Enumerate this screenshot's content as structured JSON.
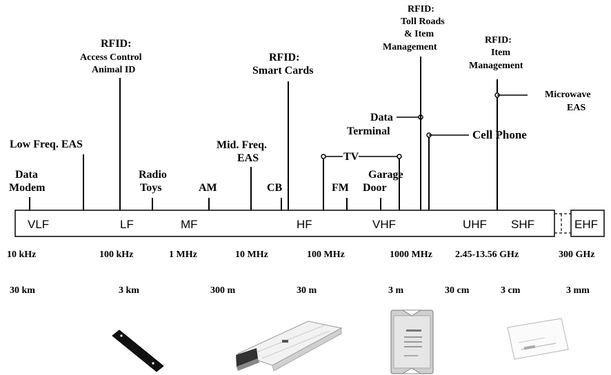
{
  "bands": [
    "VLF",
    "LF",
    "MF",
    "HF",
    "VHF",
    "UHF",
    "SHF",
    "EHF"
  ],
  "frequencies": [
    "10 kHz",
    "100 kHz",
    "1 MHz",
    "10 MHz",
    "100 MHz",
    "1000 MHz",
    "2.45-13.56 GHz",
    "300 GHz"
  ],
  "wavelengths": [
    "30 km",
    "3 km",
    "300 m",
    "30 m",
    "3 m",
    "30 cm",
    "3 cm",
    "3 mm"
  ],
  "applications": {
    "data_modem": [
      "Data",
      "Modem"
    ],
    "low_freq_eas": [
      "Low Freq. EAS"
    ],
    "rfid_access": [
      "RFID:",
      "Access Control",
      "Animal ID"
    ],
    "radio_toys": [
      "Radio",
      "Toys"
    ],
    "am": [
      "AM"
    ],
    "mid_freq_eas": [
      "Mid. Freq.",
      "EAS"
    ],
    "cb": [
      "CB"
    ],
    "rfid_smart_cards": [
      "RFID:",
      "Smart Cards"
    ],
    "fm": [
      "FM"
    ],
    "tv": [
      "TV"
    ],
    "garage_door": [
      "Garage",
      "Door"
    ],
    "data_terminal": [
      "Data",
      "Terminal"
    ],
    "rfid_toll_roads": [
      "RFID:",
      "Toll Roads",
      "& Item",
      "Management"
    ],
    "cell_phone": [
      "Cell Phone"
    ],
    "rfid_item_mgmt": [
      "RFID:",
      "Item",
      "Management"
    ],
    "microwave_eas": [
      "Microwave",
      "EAS"
    ]
  },
  "colors": {
    "ink": "#000000",
    "background": "#ffffff"
  }
}
